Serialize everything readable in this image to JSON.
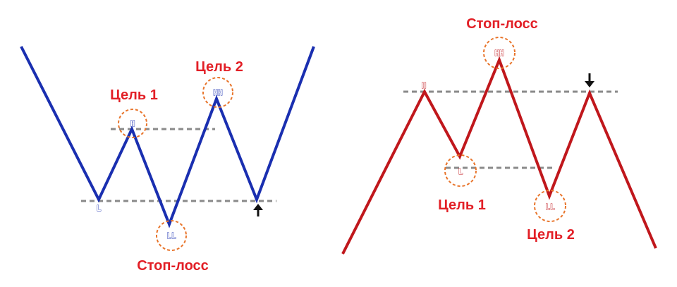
{
  "colors": {
    "bullish_line": "#1a2fb0",
    "bearish_line": "#c0171c",
    "label_red": "#e21f26",
    "circle": "#e8742a",
    "dash": "#8a8a8a",
    "arrow": "#111111"
  },
  "left_pattern": {
    "points": {
      "low": "L",
      "high": "H",
      "lower_low": "LL",
      "higher_high": "HH"
    },
    "labels": {
      "target1": "Цель 1",
      "target2": "Цель 2",
      "stoploss": "Стоп-лосс"
    },
    "entry_arrow": "arrow-up"
  },
  "right_pattern": {
    "points": {
      "high": "H",
      "higher_high": "HH",
      "low": "L",
      "lower_low": "LL"
    },
    "labels": {
      "stoploss": "Стоп-лосс",
      "target1": "Цель 1",
      "target2": "Цель 2"
    },
    "entry_arrow": "arrow-down"
  }
}
